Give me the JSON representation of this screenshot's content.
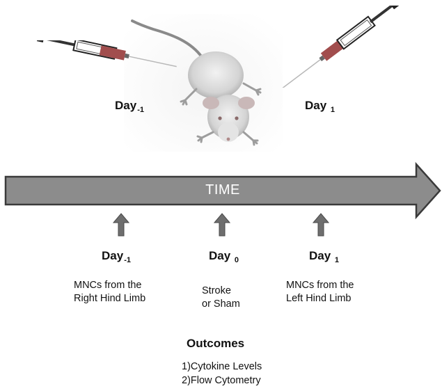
{
  "top_labels": {
    "left": {
      "main": "Day",
      "sub": "-1"
    },
    "right": {
      "main": "Day ",
      "sub": "1"
    }
  },
  "timeline": {
    "label": "TIME",
    "fill_color": "#8c8c8c",
    "stroke_color": "#3a3a3a"
  },
  "events": [
    {
      "main": "Day",
      "sub": "-1",
      "lines": [
        "MNCs from the",
        "Right Hind Limb"
      ]
    },
    {
      "main": "Day ",
      "sub": "0",
      "lines": [
        "Stroke",
        "or Sham"
      ]
    },
    {
      "main": "Day ",
      "sub": "1",
      "lines": [
        "MNCs from the",
        "Left Hind Limb"
      ]
    }
  ],
  "outcomes": {
    "title": "Outcomes",
    "items": [
      "1)Cytokine Levels",
      "2)Flow Cytometry"
    ]
  },
  "icons": [
    "rat-illustration",
    "syringe-icon",
    "up-arrow-icon"
  ]
}
